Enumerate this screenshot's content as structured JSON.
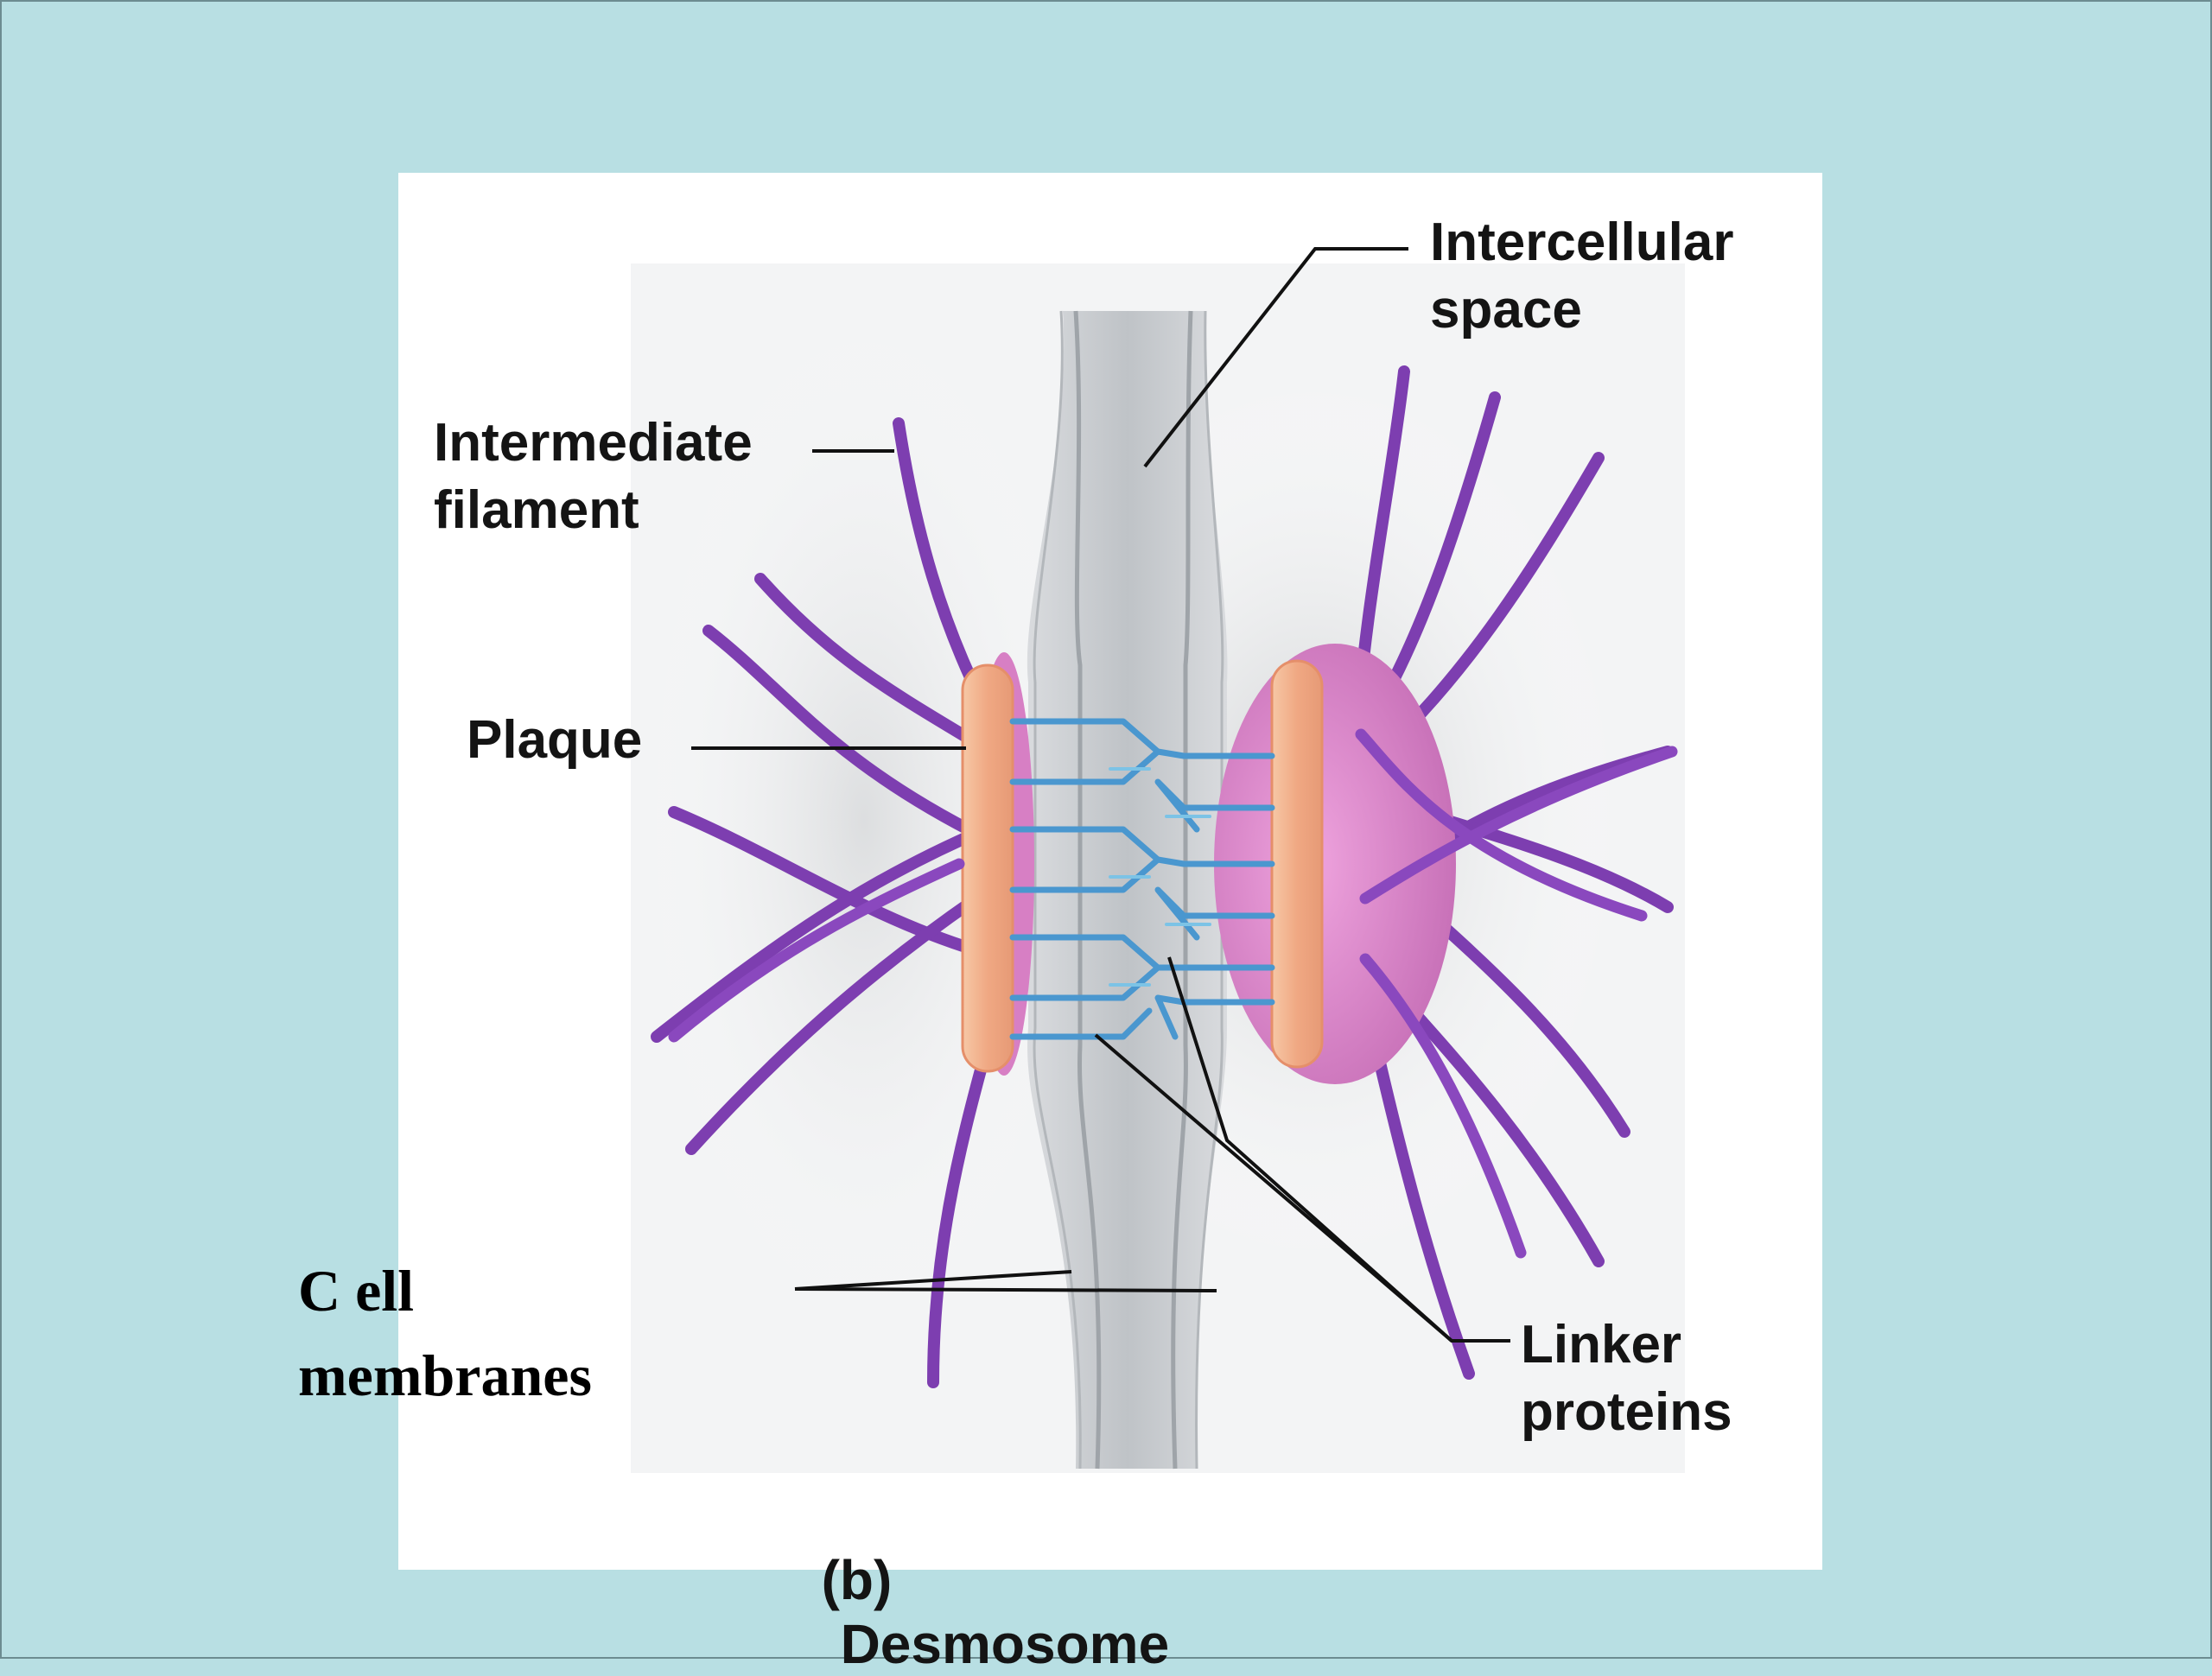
{
  "labels": {
    "intercellular_space": "Intercellular\nspace",
    "intermediate_filament": "Intermediate\nfilament",
    "plaque": "Plaque",
    "cell_membranes": "C  ell\nmembranes",
    "linker_proteins": "Linker\nproteins"
  },
  "caption": {
    "part": "(b)",
    "title": "Desmosome"
  },
  "colors": {
    "background": "#b8dfe3",
    "membrane": "#cfd2d6",
    "plaque": "#f2b48e",
    "plaque_side": "#d77fc4",
    "filament": "#7d3eb0",
    "linker": "#4a97cf"
  }
}
